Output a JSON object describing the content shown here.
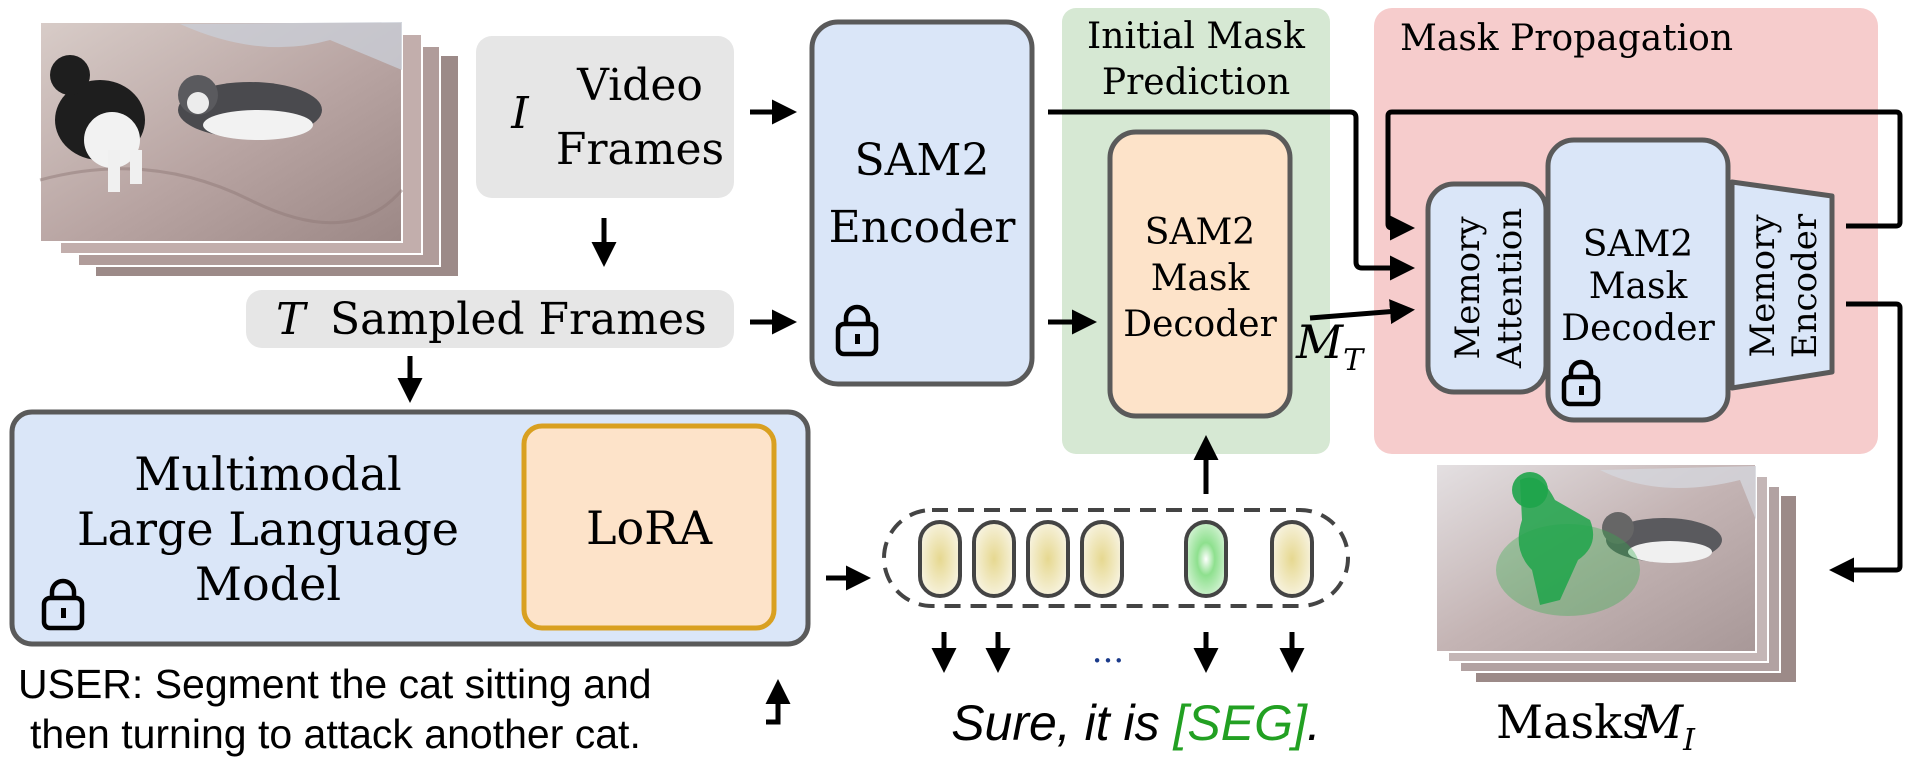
{
  "inputs": {
    "video_frames_symbol": "I",
    "video_frames_line1": "Video",
    "video_frames_line2": "Frames",
    "sampled_frames_symbol": "T",
    "sampled_frames_text": "Sampled Frames"
  },
  "encoder": {
    "line1": "SAM2",
    "line2": "Encoder",
    "frozen_icon": "lock-icon"
  },
  "initial_mask_prediction": {
    "title_line1": "Initial Mask",
    "title_line2": "Prediction",
    "decoder_line1": "SAM2",
    "decoder_line2": "Mask",
    "decoder_line3": "Decoder",
    "output_symbol": "M",
    "output_subscript": "T"
  },
  "mask_propagation": {
    "title": "Mask Propagation",
    "memory_attention_line1": "Memory",
    "memory_attention_line2": "Attention",
    "decoder_line1": "SAM2",
    "decoder_line2": "Mask",
    "decoder_line3": "Decoder",
    "memory_encoder_line1": "Memory",
    "memory_encoder_line2": "Encoder",
    "frozen_icon": "lock-icon"
  },
  "mllm": {
    "line1": "Multimodal",
    "line2": "Large Language",
    "line3": "Model",
    "lora": "LoRA",
    "frozen_icon": "lock-icon"
  },
  "user_prompt": {
    "line1": "USER: Segment the cat sitting and",
    "line2": "then turning to attack another cat."
  },
  "tokens": {
    "ellipsis": "···",
    "response_prefix": "Sure, it is ",
    "seg_token": "[SEG]",
    "response_suffix": "."
  },
  "output": {
    "masks_label": "Masks",
    "masks_symbol": "M",
    "masks_subscript": "I"
  },
  "colors": {
    "encoder_fill": "#dae6f8",
    "decoder_fill": "#fde3c9",
    "green_region": "#d6e8d3",
    "red_region": "#f6cccc",
    "gray_box": "#e6e6e6",
    "lora_border": "#d9a020",
    "seg_green": "#22a022",
    "token_yellow": "#e6d890",
    "token_green": "#8ee08e"
  }
}
